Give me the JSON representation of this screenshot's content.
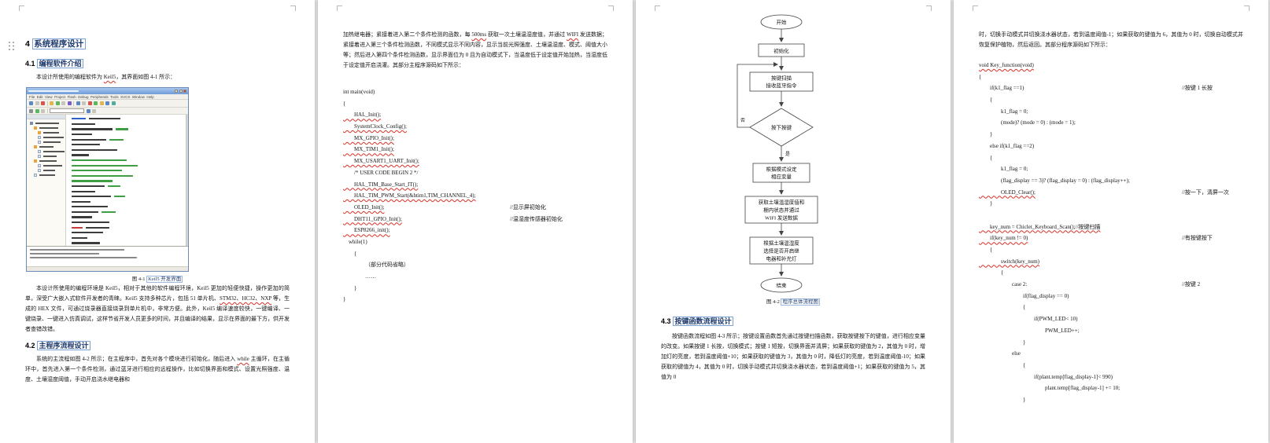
{
  "doc": {
    "page1": {
      "h1": {
        "num": "4",
        "text": "系统程序设计"
      },
      "h2": {
        "num": "4.1",
        "text": "编程软件介绍"
      },
      "para1": [
        {
          "t": "本设计所使用的编程软件为 "
        },
        {
          "t": "Keil5"
        },
        {
          "t": "，其界面如图 4-1 所示："
        }
      ],
      "ide": {
        "menu": "File  Edit  View  Project  Flash  Debug  Peripherals  Tools  SVCS  Window  Help"
      },
      "cap": {
        "prefix": "图 4-1",
        "text": "Keil5 开发界面"
      },
      "para2": [
        {
          "t": "本设计所使用的编程环境是 Keil5，相对于其他的软件编程环境，Keil5 更加的轻便快捷，操作更加的简单，深受广大嵌入式软件开发者的青睐。Keil5 支持多种芯片，包括 51 单片机、"
        },
        {
          "t": "STM32、HC32、NXP"
        },
        {
          "t": " 等，生成的 HEX 文件，可通过烧录器直接烧录到单片机中，非常方便。此外，Keil5 编译速度较快，一键编译、一键烧录、一键进入仿真调试，这样节省开发人员更多的时间，并且编译的结果，显示在界面的最下方，供开发者查错改错。"
        }
      ],
      "h3": {
        "num": "4.2",
        "text": "主程序流程设计"
      },
      "para3": [
        {
          "t": "系统的主流程如图 4-2 所示；在主程序中，首先对各个模块进行初始化，随后进入 "
        },
        {
          "t": "while"
        },
        {
          "t": " 主循环，在主循环中，首先进入第一个条件检测，通过蓝牙进行相应的远程操作，比如切换界面和模式、设置光照强度、温度、土壤湿度阈值，手动开启浇水继电器和"
        }
      ]
    },
    "page2": {
      "para": [
        {
          "t": "加热继电器；紧接着进入第二个条件检测的函数，每 "
        },
        {
          "t": "500ms"
        },
        {
          "t": " 获取一次土壤温湿度值，并通过 "
        },
        {
          "t": "WIFI"
        },
        {
          "t": " 发送数据；紧接着进入第三个条件检测函数，不同模式显示不同内容，显示当前光照强度、土壤温湿度、模式、阈值大小等；然后进入第四个条件检测函数，显示界面位为 0 且为自动模式下，当温度低于设定值开始加热，当湿度低于设定值开启浇灌。其部分主程序源码如下所示："
        }
      ],
      "code": [
        {
          "text": "int main(void)"
        },
        {
          "text": "{"
        },
        {
          "text": "        HAL_Init();"
        },
        {
          "text": "        SystemClock_Config();"
        },
        {
          "text": "        MX_GPIO_Init();"
        },
        {
          "text": "        MX_TIM1_Init();"
        },
        {
          "text": "        MX_USART1_UART_Init();"
        },
        {
          "text": "        /* USER CODE BEGIN 2 */"
        },
        {
          "text": "        HAL_TIM_Base_Start_IT();"
        },
        {
          "text": "        HAL_TIM_PWM_Start(&htim1,TIM_CHANNEL_4);"
        },
        {
          "text": "        OLED_Init();",
          "comment": "//显示屏初始化"
        },
        {
          "text": "        DHT11_GPIO_Init();",
          "comment": "//温湿度传感器初始化"
        },
        {
          "text": "        ESP8266_init();"
        },
        {
          "text": "    while(1)"
        },
        {
          "text": "        {"
        },
        {
          "text": "                （部分代码省略）"
        },
        {
          "text": "                ……"
        },
        {
          "text": "        }"
        },
        {
          "text": "}"
        }
      ]
    },
    "page3": {
      "flow": {
        "start": "开始",
        "init": "初始化",
        "scan1": "按键扫描",
        "scan2": "接收蓝牙指令",
        "decision": "按下按键",
        "no": "否",
        "yes": "是",
        "set1": "根据模式设定",
        "set2": "相应变量",
        "get1": "获取土壤温湿度值和",
        "get2": "棚内状态并通过",
        "get3": "WIFI 发送数据",
        "ctl1": "根据土壤温湿度",
        "ctl2": "选择是否开启继",
        "ctl3": "电器和补光灯",
        "end": "结束"
      },
      "cap": {
        "prefix": "图 4-2",
        "text": "程序总体流程图"
      },
      "h": {
        "num": "4.3",
        "text": "按键函数流程设计"
      },
      "para": [
        {
          "t": "按键函数流程如图 4-3 所示；按键设置函数首先通过按键扫描函数，获取按键按下的键值，进行相应变量的改变。如果按键 1 长按，切换模式；按键 1 短按，切换界面并清屏；如果获取的键值为 2，其值为 0 时，增加灯的亮度，若到温度阈值+10；如果获取的键值为 3，其值为 0 时，降低灯的亮度，若到温度阈值-10；如果获取的键值为 4，其值为 0 时，切换手动模式并切换浇水器状态，若到温度阈值+1；如果获取的键值为 5，其值为 0"
        }
      ]
    },
    "page4": {
      "para": [
        {
          "t": "时，切换手动模式并切换浇水器状态，若到温度阈值-1；如果获取的键值为 6，其值为 0 时，切换自动模式并恢复保护植物，然后返回。其部分程序源码如下所示："
        }
      ],
      "code": [
        {
          "text": "void Key_function(void)"
        },
        {
          "text": "{"
        },
        {
          "text": "        if(k1_flag ==1)",
          "comment": "//按键 1 长按"
        },
        {
          "text": "        {"
        },
        {
          "text": "                k1_flag = 0;"
        },
        {
          "text": "                (mode)? (mode = 0) : (mode = 1);"
        },
        {
          "text": "        }"
        },
        {
          "text": "        else if(k1_flag ==2)"
        },
        {
          "text": "        {"
        },
        {
          "text": "                k1_flag = 0;"
        },
        {
          "text": "                (flag_display == 3)? (flag_display = 0) : (flag_display++);"
        },
        {
          "text": "                OLED_Clear();",
          "comment": "//按一下，清屏一次"
        },
        {
          "text": "        }"
        },
        {
          "text": ""
        },
        {
          "text": "        key_num = Chiclet_Keyboard_Scan();//按键扫描"
        },
        {
          "text": "        if(key_num != 0)",
          "comment": "//有按键按下"
        },
        {
          "text": "        {"
        },
        {
          "text": "                switch(key_num)"
        },
        {
          "text": "                {"
        },
        {
          "text": "                        case 2:",
          "comment": "//按键 2"
        },
        {
          "text": "                                if(flag_display == 0)"
        },
        {
          "text": "                                {"
        },
        {
          "text": "                                        if(PWM_LED< 10)"
        },
        {
          "text": "                                                PWM_LED++;"
        },
        {
          "text": "                                }"
        },
        {
          "text": "                        else"
        },
        {
          "text": "                                {"
        },
        {
          "text": "                                        if(plant.temp[flag_display-1]< 990)"
        },
        {
          "text": "                                                plant.temp[flag_display-1] += 10;"
        },
        {
          "text": "                                }"
        }
      ]
    }
  }
}
